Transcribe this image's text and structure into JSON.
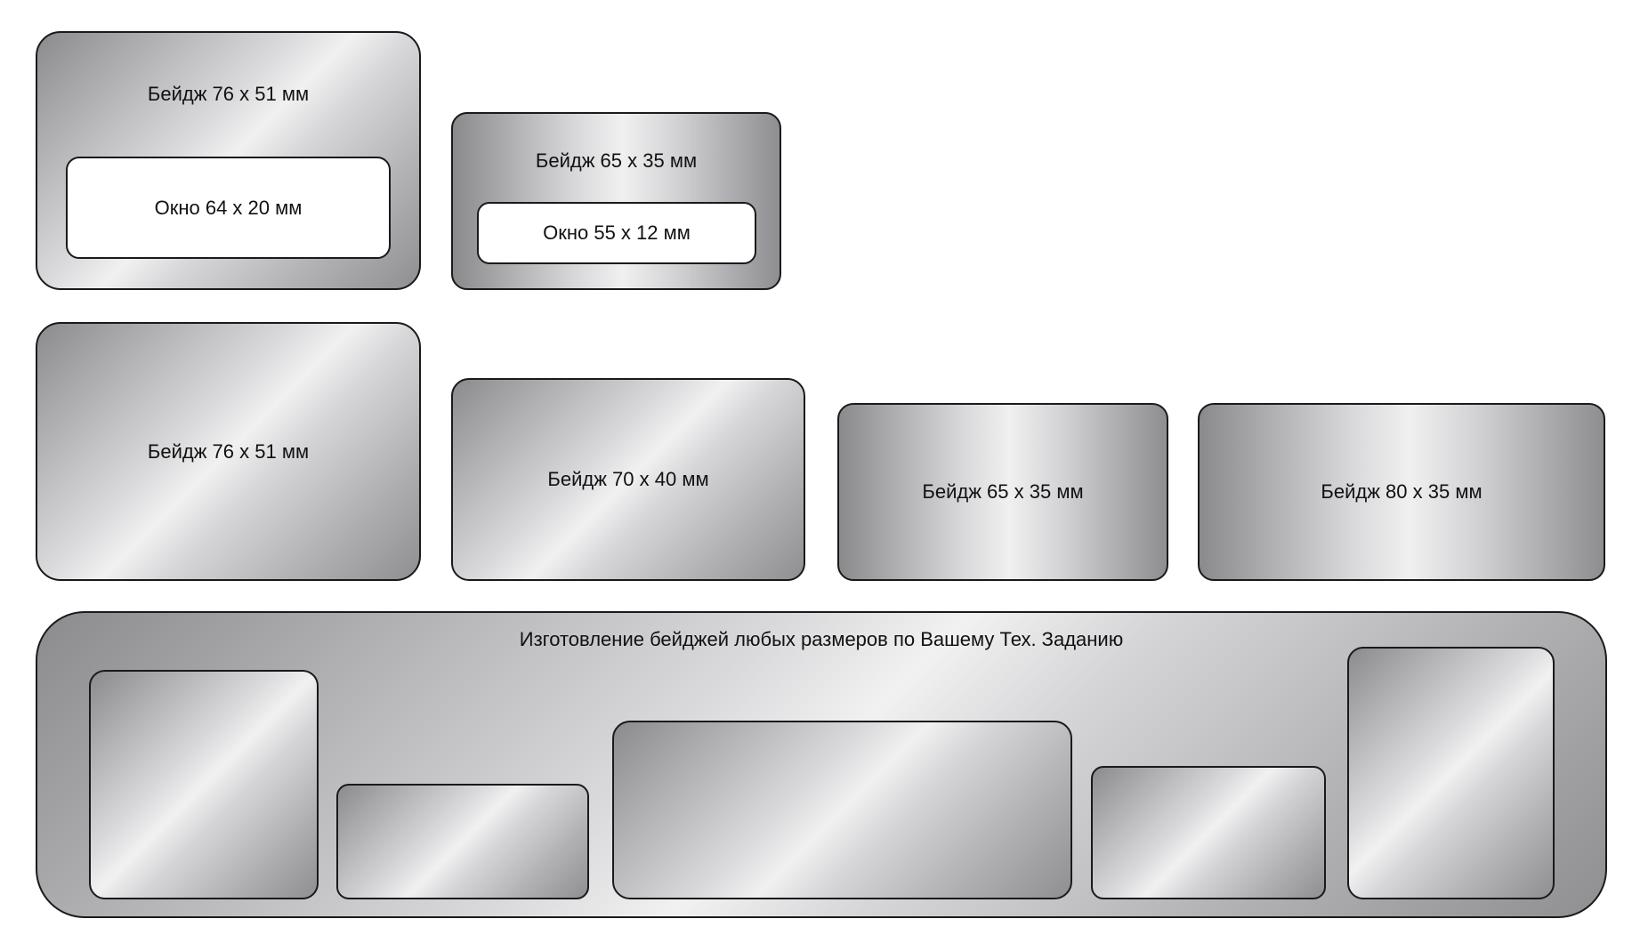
{
  "badges": {
    "b1": {
      "label": "Бейдж 76 х 51 мм",
      "window": "Окно 64 х 20 мм"
    },
    "b2": {
      "label": "Бейдж 65 х 35 мм",
      "window": "Окно 55 х 12 мм"
    },
    "b3": {
      "label": "Бейдж 76 х 51 мм"
    },
    "b4": {
      "label": "Бейдж 70 х 40 мм"
    },
    "b5": {
      "label": "Бейдж 65 х 35 мм"
    },
    "b6": {
      "label": "Бейдж 80 х 35 мм"
    }
  },
  "custom_panel": {
    "title": "Изготовление бейджей любых размеров по Вашему Тех. Заданию"
  },
  "colors": {
    "outline": "#1a1a1a",
    "metal_light": "#f1f1f2",
    "metal_dark": "#8b8b8e",
    "window_fill": "#ffffff"
  }
}
